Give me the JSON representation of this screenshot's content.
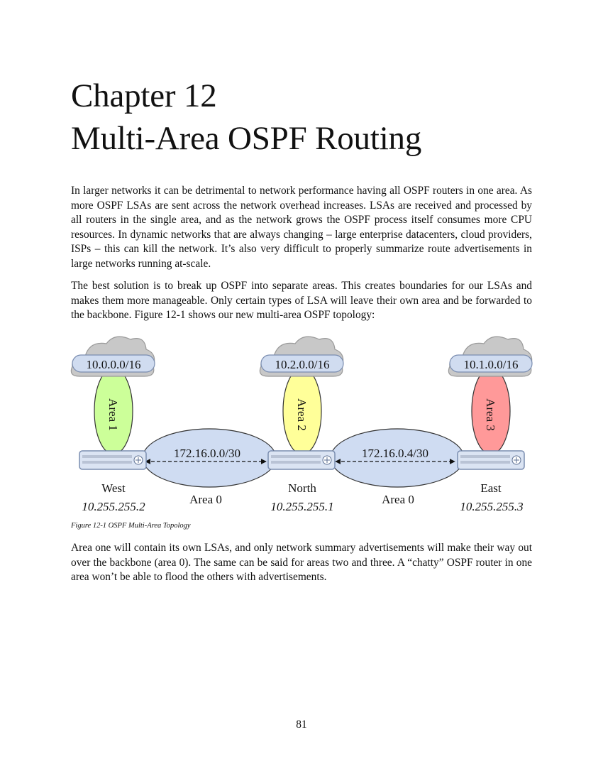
{
  "chapter": {
    "number_line": "Chapter 12",
    "title_line": "Multi-Area OSPF Routing"
  },
  "paragraphs": [
    "In larger networks it can be detrimental to network performance having all OSPF routers in one area. As more OSPF LSAs are sent across the network overhead increases. LSAs are received and processed by all routers in the single area, and as the network grows the OSPF process itself consumes more CPU resources. In dynamic networks that are always changing – large enterprise datacenters, cloud providers, ISPs – this can kill the network. It’s also very difficult to properly summarize route advertisements in large networks running at-scale.",
    "The best solution is to break up OSPF into separate areas. This creates boundaries for our LSAs and makes them more manageable. Only certain types of LSA will leave their own area and be forwarded to the backbone. Figure 12-1 shows our new multi-area OSPF topology:",
    "Area one will contain its own LSAs, and only network summary advertisements will make their way out over the backbone (area 0). The same can be said for areas two and three. A “chatty” OSPF router in one area won’t be able to flood the others with advertisements."
  ],
  "figure": {
    "caption": "Figure 12-1 OSPF Multi-Area Topology",
    "clouds": [
      "10.0.0.0/16",
      "10.2.0.0/16",
      "10.1.0.0/16"
    ],
    "areas": [
      "Area 1",
      "Area 2",
      "Area 3"
    ],
    "area_colors": [
      "#ccff99",
      "#ffff99",
      "#ff9999"
    ],
    "links": [
      {
        "subnet": "172.16.0.0/30",
        "area": "Area 0"
      },
      {
        "subnet": "172.16.0.4/30",
        "area": "Area 0"
      }
    ],
    "routers": [
      {
        "name": "West",
        "ip": "10.255.255.2"
      },
      {
        "name": "North",
        "ip": "10.255.255.1"
      },
      {
        "name": "East",
        "ip": "10.255.255.3"
      }
    ],
    "colors": {
      "cloud": "#c8c8c8",
      "cloud_label_bg": "#d0dcf0",
      "backbone": "#cfdcf2",
      "router": "#dbe4f3"
    }
  },
  "page_number": "81"
}
